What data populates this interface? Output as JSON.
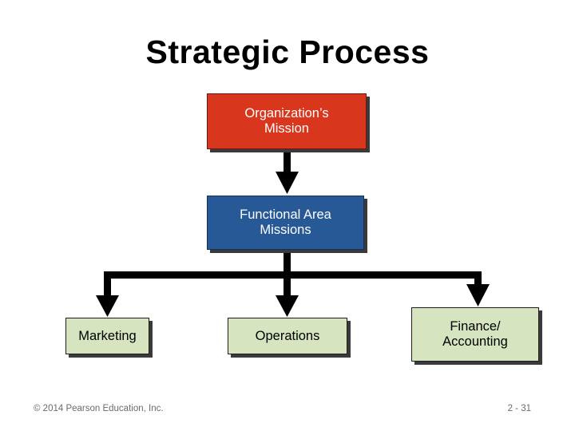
{
  "slide": {
    "title": "Strategic Process",
    "footer_left": "© 2014 Pearson Education, Inc.",
    "footer_right": "2 - 31"
  },
  "diagram": {
    "top_box": "Organization’s\nMission",
    "middle_box": "Functional Area\nMissions",
    "children": [
      "Marketing",
      "Operations",
      "Finance/\nAccounting"
    ]
  },
  "colors": {
    "top_box": "#d9361e",
    "middle_box": "#275996",
    "child_boxes": "#d6e4bf",
    "connector": "#000000"
  }
}
